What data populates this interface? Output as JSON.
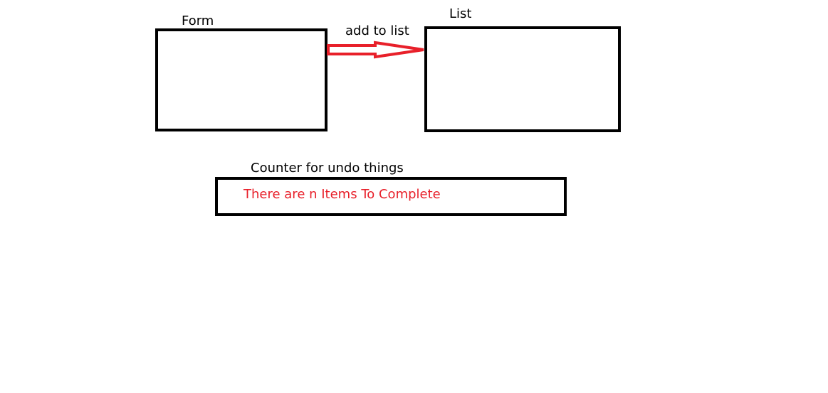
{
  "diagram": {
    "form_title": "Form",
    "list_title": "List",
    "arrow_label": "add to list",
    "counter_title": "Counter for undo things",
    "counter_text": "There are n Items To Complete"
  },
  "colors": {
    "stroke": "#000000",
    "arrow": "#e8202a",
    "counter_text": "#e8202a"
  }
}
